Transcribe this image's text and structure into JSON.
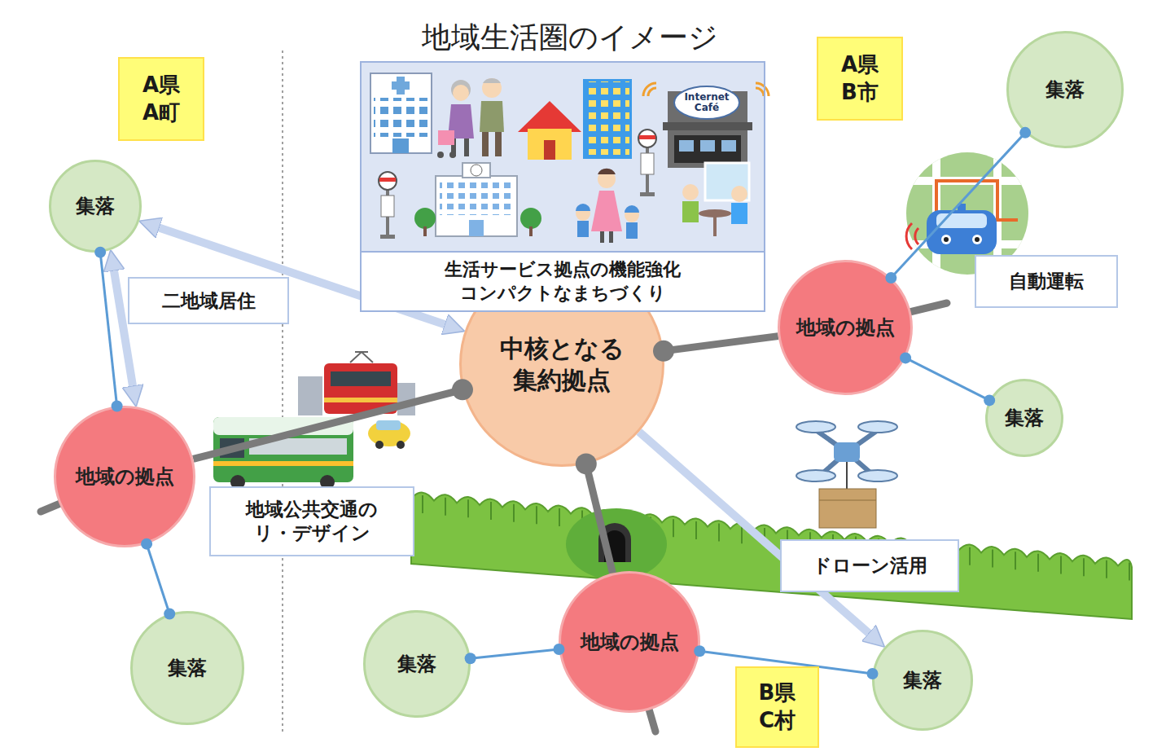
{
  "diagram": {
    "title": "地域生活圏のイメージ",
    "nodes": [
      {
        "text": [
          "A県 A町"
        ]
      },
      {
        "text": [
          "A県 B市"
        ]
      },
      {
        "text": [
          "集落"
        ]
      },
      {
        "text": [
          "集落"
        ]
      },
      {
        "text": [
          "生活サービス拠点の機能強化 コンパクトなまちづくり"
        ]
      },
      {
        "text": [
          "自動運転"
        ]
      },
      {
        "text": [
          "二地域居住"
        ]
      },
      {
        "text": [
          "地域の拠点"
        ]
      },
      {
        "text": [
          "中核となる 集約拠点"
        ]
      },
      {
        "text": [
          "集落"
        ]
      },
      {
        "text": [
          "地域の拠点"
        ]
      },
      {
        "text": [
          "地域公共交通の リ・デザイン"
        ]
      },
      {
        "text": [
          "ドローン活用"
        ]
      },
      {
        "text": [
          "地域の拠点"
        ]
      },
      {
        "text": [
          "集落"
        ]
      },
      {
        "text": [
          "集落"
        ]
      },
      {
        "text": [
          "集落"
        ]
      },
      {
        "text": [
          "B県 C村"
        ]
      }
    ],
    "edges": [
      {
        "from": 3,
        "to": 10,
        "arrow": "none"
      },
      {
        "from": 10,
        "to": 14,
        "arrow": "none"
      },
      {
        "from": 2,
        "to": 7,
        "arrow": "none"
      },
      {
        "from": 7,
        "to": 9,
        "arrow": "none"
      },
      {
        "from": 8,
        "to": 7,
        "arrow": "none"
      },
      {
        "from": 8,
        "to": 10,
        "arrow": "none"
      },
      {
        "from": 8,
        "to": 13,
        "arrow": "none"
      },
      {
        "from": 13,
        "to": 15,
        "arrow": "none"
      },
      {
        "from": 13,
        "to": 16,
        "arrow": "none"
      },
      {
        "from": 3,
        "to": 8,
        "arrow": "both"
      },
      {
        "from": 10,
        "to": 3,
        "arrow": "both"
      },
      {
        "from": 8,
        "to": 16,
        "arrow": "to"
      }
    ],
    "labels": [
      "Internet Café"
    ]
  }
}
